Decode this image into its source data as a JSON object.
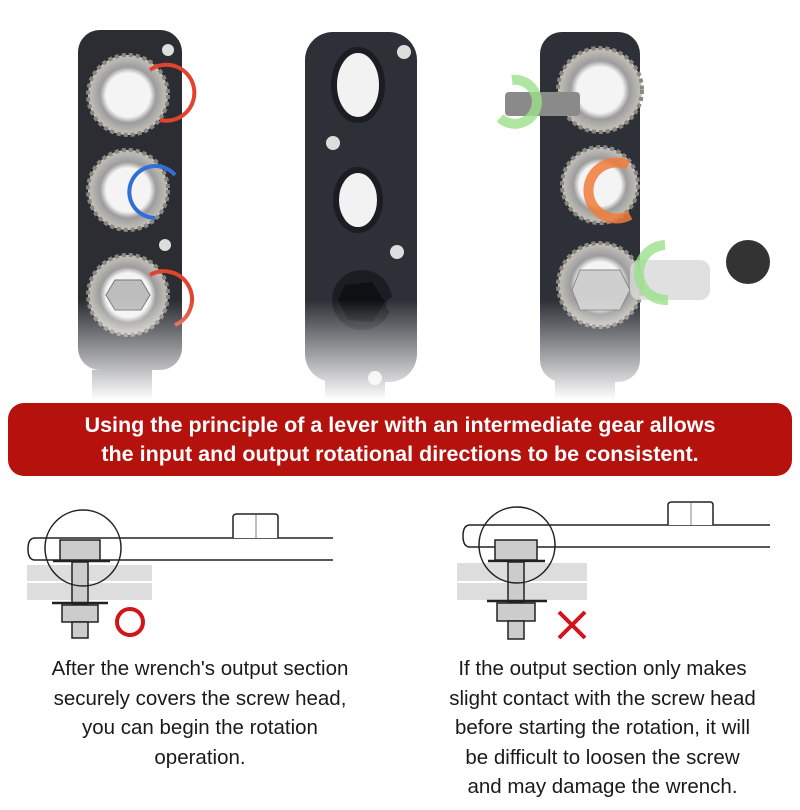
{
  "banner": {
    "line1": "Using the principle of a lever with an intermediate gear allows",
    "line2": "the input and output rotational directions to be consistent."
  },
  "correct_usage": {
    "mark": "circle",
    "mark_color": "#d0151b",
    "lines": [
      "After the wrench's output section",
      "securely covers the screw head,",
      "you can begin the rotation",
      "operation."
    ]
  },
  "incorrect_usage": {
    "mark": "cross",
    "mark_color": "#d0151b",
    "lines": [
      "If the output section only makes",
      "slight contact with the screw head",
      "before starting the rotation, it will",
      "be difficult to loosen the screw",
      "and may damage the wrench."
    ]
  },
  "colors": {
    "banner": "#b5120e",
    "wrench": "#2b2d33",
    "arrow_red": "#e2432c",
    "arrow_blue": "#2f6fd6",
    "arrow_green": "#9be08a",
    "arrow_orange": "#f07a3a"
  }
}
